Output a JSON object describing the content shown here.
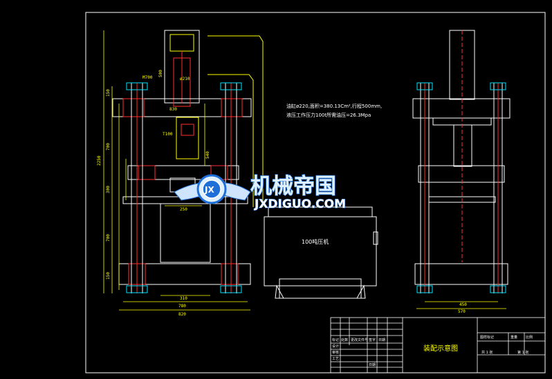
{
  "spec": {
    "line1": "油缸ø220,面积=380.13Cm²,行程500mm,",
    "line2": "液压工作压力100t所需油压=26.3Mpa"
  },
  "labels": {
    "machine": "100吨压机",
    "drawing_title": "装配示意图"
  },
  "watermark": {
    "cn": "机械帝国",
    "en": "JXDIGUO.COM",
    "badge": "JX"
  },
  "dims_left": {
    "total_height": "2250",
    "d1": "700",
    "d2": "700",
    "d3": "300",
    "d4": "150",
    "d5": "150",
    "width_inner": "780",
    "width_outer": "820",
    "width_slider": "310",
    "tie_rod": "M700",
    "piston_dia": "ø210",
    "stroke": "500",
    "bolt": "T100",
    "d_mid": "540",
    "d_slider": "250",
    "d_top": "830"
  },
  "dims_right": {
    "inner": "450",
    "outer": "570"
  },
  "title_block": {
    "h1": "标记",
    "h2": "处数",
    "h3": "更改文件号",
    "h4": "签字",
    "h5": "日期",
    "r1": "设计",
    "r2": "审核",
    "r3": "工艺",
    "r4": "日期",
    "m1": "图样标记",
    "m2": "重量",
    "m3": "比例",
    "s1": "共 1 张",
    "s2": "第 1 张"
  },
  "colors": {
    "background": "#000000",
    "yellow": "#ffff00",
    "white": "#ffffff",
    "red": "#ff3030",
    "cyan": "#00e5ff",
    "blue": "#4060ff",
    "green": "#00ff00",
    "watermark_blue": "#1e6fd8"
  }
}
